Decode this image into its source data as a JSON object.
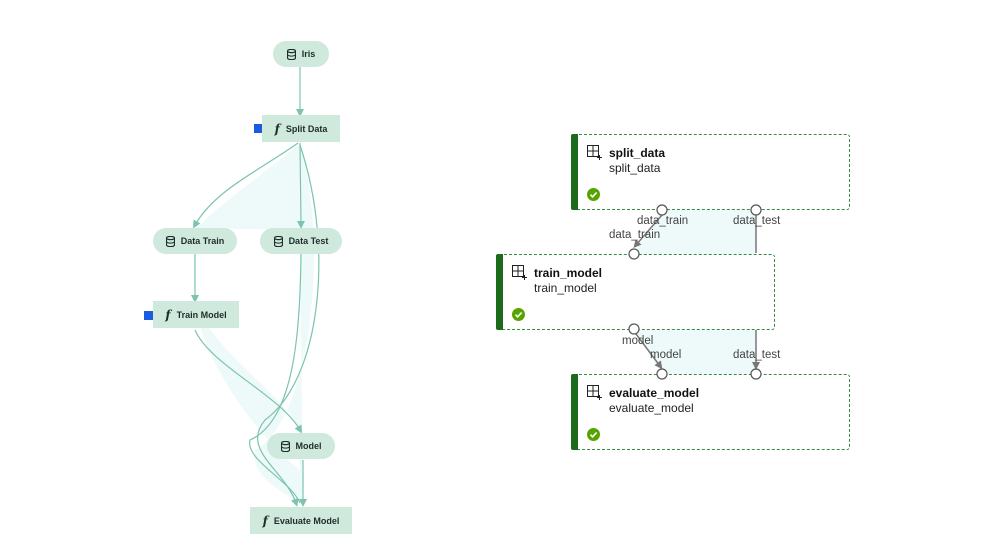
{
  "flow": {
    "nodes": {
      "iris": {
        "label": "Iris",
        "icon": "database-icon"
      },
      "split_data": {
        "label": "Split Data",
        "icon": "function-icon"
      },
      "data_train": {
        "label": "Data Train",
        "icon": "database-icon"
      },
      "data_test": {
        "label": "Data Test",
        "icon": "database-icon"
      },
      "train_model": {
        "label": "Train Model",
        "icon": "function-icon"
      },
      "model": {
        "label": "Model",
        "icon": "database-icon"
      },
      "evaluate_model": {
        "label": "Evaluate Model",
        "icon": "function-icon"
      }
    },
    "function_glyph": "f"
  },
  "pipeline": {
    "steps": {
      "split_data": {
        "title": "split_data",
        "subtitle": "split_data",
        "status": "succeeded"
      },
      "train_model": {
        "title": "train_model",
        "subtitle": "train_model",
        "status": "succeeded"
      },
      "evaluate_model": {
        "title": "evaluate_model",
        "subtitle": "evaluate_model",
        "status": "succeeded"
      }
    },
    "ports": {
      "split_data_out_train": "data_train",
      "split_data_out_test": "data_test",
      "train_model_in_train": "data_train",
      "train_model_out_model": "model",
      "evaluate_model_in_model": "model",
      "evaluate_model_in_test": "data_test"
    }
  },
  "colors": {
    "node_fill": "#cfe9dd",
    "edge": "#7cc4ae",
    "edge_fill": "#eefafa",
    "selection": "#1a5be0",
    "step_bar": "#1b6b1b",
    "status_ok": "#57a300"
  }
}
